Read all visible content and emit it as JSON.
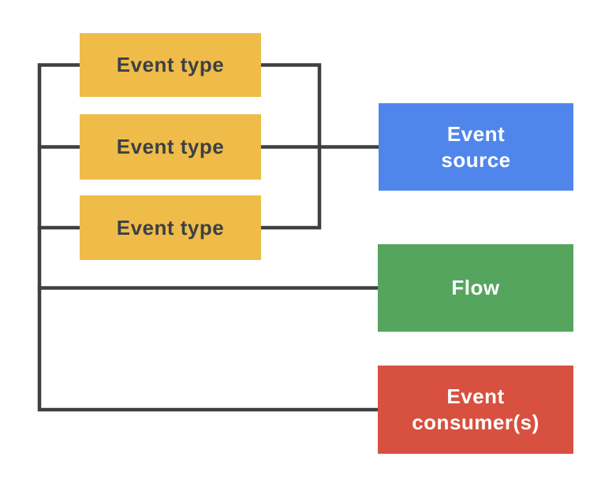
{
  "diagram": {
    "background": "#ffffff",
    "connector_color": "#3c4043",
    "connector_width": 4.5,
    "nodes": [
      {
        "id": "event-type-1",
        "line1": "Event type",
        "color": "#efbc4a",
        "text_color": "#3c4043"
      },
      {
        "id": "event-type-2",
        "line1": "Event type",
        "color": "#efbc4a",
        "text_color": "#3c4043"
      },
      {
        "id": "event-type-3",
        "line1": "Event type",
        "color": "#efbc4a",
        "text_color": "#3c4043"
      },
      {
        "id": "event-source",
        "line1": "Event",
        "line2": "source",
        "color": "#5086ec",
        "text_color": "#ffffff"
      },
      {
        "id": "flow",
        "line1": "Flow",
        "color": "#56a55f",
        "text_color": "#ffffff"
      },
      {
        "id": "event-consumers",
        "line1": "Event",
        "line2": "consumer(s)",
        "color": "#d8503f",
        "text_color": "#ffffff"
      }
    ]
  }
}
